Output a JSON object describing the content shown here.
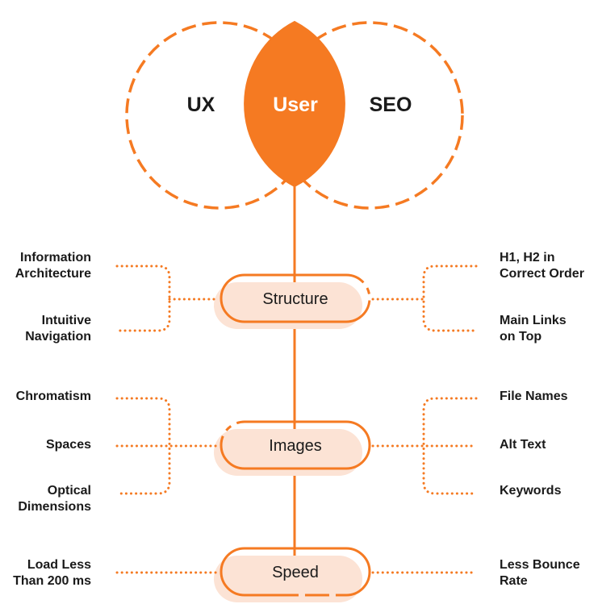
{
  "colors": {
    "accent": "#F57A22",
    "pill_fill": "#FCE3D5",
    "text": "#1a1a1a"
  },
  "venn": {
    "left": "UX",
    "center": "User",
    "right": "SEO"
  },
  "pills": {
    "structure": "Structure",
    "images": "Images",
    "speed": "Speed"
  },
  "structure": {
    "left": [
      [
        "Information",
        "Architecture"
      ],
      [
        "Intuitive",
        "Navigation"
      ]
    ],
    "right": [
      [
        "H1, H2 in",
        "Correct Order"
      ],
      [
        "Main Links",
        "on Top"
      ]
    ]
  },
  "images": {
    "left": [
      [
        "Chromatism"
      ],
      [
        "Spaces"
      ],
      [
        "Optical",
        "Dimensions"
      ]
    ],
    "right": [
      [
        "File Names"
      ],
      [
        "Alt Text"
      ],
      [
        "Keywords"
      ]
    ]
  },
  "speed": {
    "left": [
      [
        "Load Less",
        "Than 200 ms"
      ]
    ],
    "right": [
      [
        "Less Bounce",
        "Rate"
      ]
    ]
  }
}
